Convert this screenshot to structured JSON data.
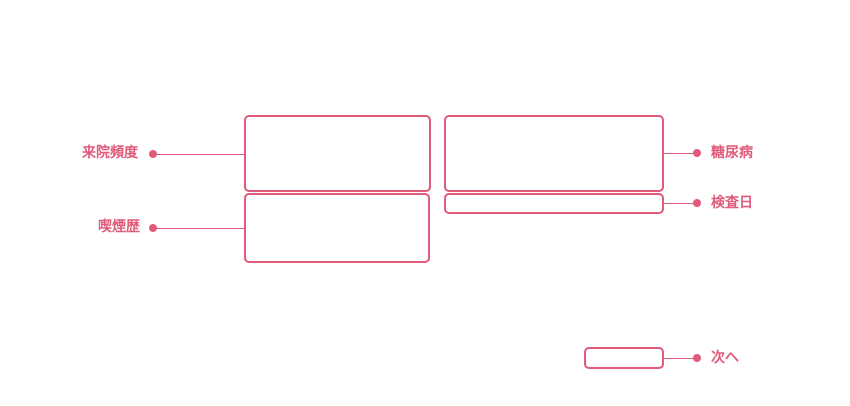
{
  "colors": {
    "accent": "#e05a7a",
    "background": "#ffffff"
  },
  "annotations": {
    "visit_frequency": "来院頻度",
    "smoking_history": "喫煙歴",
    "diabetes": "糖尿病",
    "exam_date": "検査日",
    "next": "次へ"
  }
}
